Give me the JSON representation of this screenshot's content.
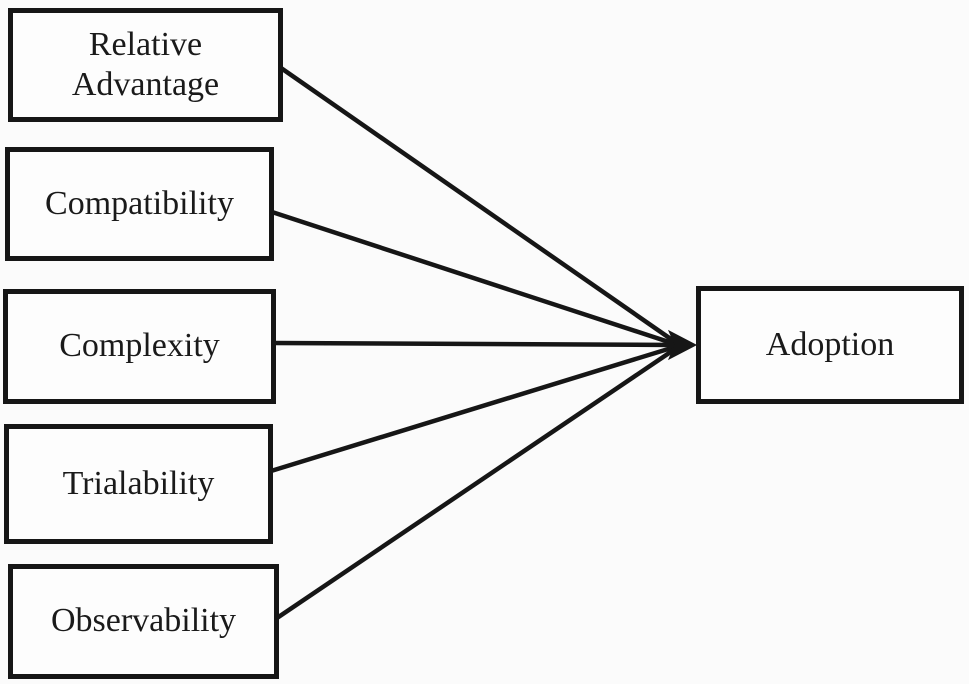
{
  "diagram": {
    "type": "concept-model",
    "nodes": [
      {
        "id": "relative-advantage",
        "label": "Relative Advantage"
      },
      {
        "id": "compatibility",
        "label": "Compatibility"
      },
      {
        "id": "complexity",
        "label": "Complexity"
      },
      {
        "id": "trialability",
        "label": "Trialability"
      },
      {
        "id": "observability",
        "label": "Observability"
      },
      {
        "id": "adoption",
        "label": "Adoption"
      }
    ],
    "edges": [
      {
        "from": "relative-advantage",
        "to": "adoption",
        "arrow": true
      },
      {
        "from": "compatibility",
        "to": "adoption",
        "arrow": true
      },
      {
        "from": "complexity",
        "to": "adoption",
        "arrow": true
      },
      {
        "from": "trialability",
        "to": "adoption",
        "arrow": true
      },
      {
        "from": "observability",
        "to": "adoption",
        "arrow": true
      }
    ],
    "colors": {
      "background": "#fbfbfb",
      "box_fill": "#fdfdfd",
      "border": "#161616",
      "line": "#161616",
      "text": "#1a1a1a"
    }
  }
}
